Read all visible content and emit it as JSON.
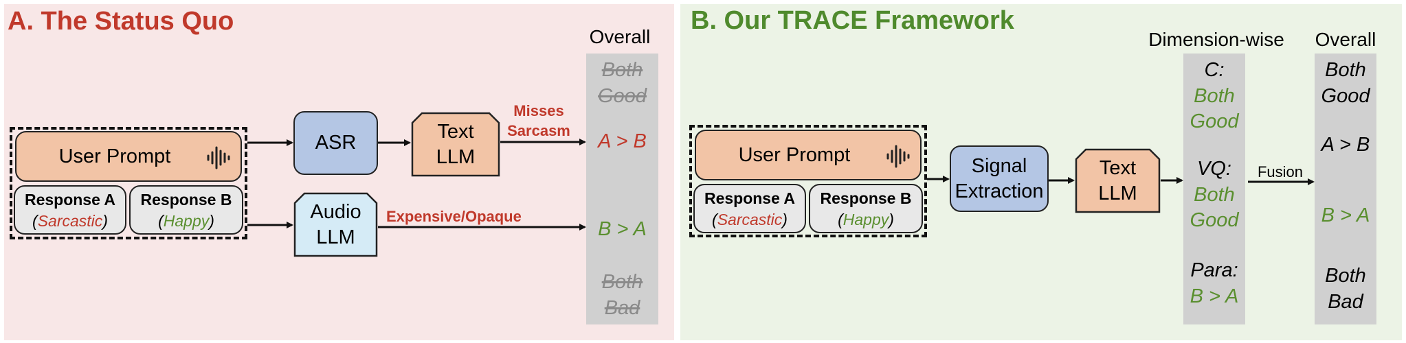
{
  "panel_a": {
    "title": "A. The Status Quo",
    "overall_header": "Overall",
    "user_prompt": "User Prompt",
    "response_a": {
      "label": "Response A",
      "tone_open": "(",
      "tone": "Sarcastic",
      "tone_close": ")"
    },
    "response_b": {
      "label": "Response B",
      "tone_open": "(",
      "tone": "Happy",
      "tone_close": ")"
    },
    "asr": "ASR",
    "text_llm": {
      "line1": "Text",
      "line2": "LLM"
    },
    "audio_llm": {
      "line1": "Audio",
      "line2": "LLM"
    },
    "misses_sarcasm": {
      "line1": "Misses",
      "line2": "Sarcasm"
    },
    "expensive": "Expensive/Opaque",
    "outputs": {
      "both_good": {
        "line1": "Both",
        "line2": "Good"
      },
      "a_gt_b": "A > B",
      "b_gt_a": "B > A",
      "both_bad": {
        "line1": "Both",
        "line2": "Bad"
      }
    }
  },
  "panel_b": {
    "title": "B. Our TRACE Framework",
    "dimension_header": "Dimension-wise",
    "overall_header": "Overall",
    "user_prompt": "User Prompt",
    "response_a": {
      "label": "Response A",
      "tone_open": "(",
      "tone": "Sarcastic",
      "tone_close": ")"
    },
    "response_b": {
      "label": "Response B",
      "tone_open": "(",
      "tone": "Happy",
      "tone_close": ")"
    },
    "signal_extraction": {
      "line1": "Signal",
      "line2": "Extraction"
    },
    "text_llm": {
      "line1": "Text",
      "line2": "LLM"
    },
    "fusion": "Fusion",
    "dimensions": {
      "c": {
        "label": "C:",
        "line1": "Both",
        "line2": "Good"
      },
      "vq": {
        "label": "VQ:",
        "line1": "Both",
        "line2": "Good"
      },
      "para": {
        "label": "Para:",
        "value": "B > A"
      }
    },
    "overall": {
      "both_good": {
        "line1": "Both",
        "line2": "Good"
      },
      "a_gt_b": "A > B",
      "b_gt_a": "B > A",
      "both_bad": {
        "line1": "Both",
        "line2": "Bad"
      }
    }
  },
  "colors": {
    "red": "#c0392b",
    "green": "#5a8f2f",
    "panel_a_bg": "#f8e7e7",
    "panel_b_bg": "#ecf3e6",
    "gray_bar": "#d0d0d0"
  },
  "icons": [
    "audio-waveform-icon"
  ]
}
